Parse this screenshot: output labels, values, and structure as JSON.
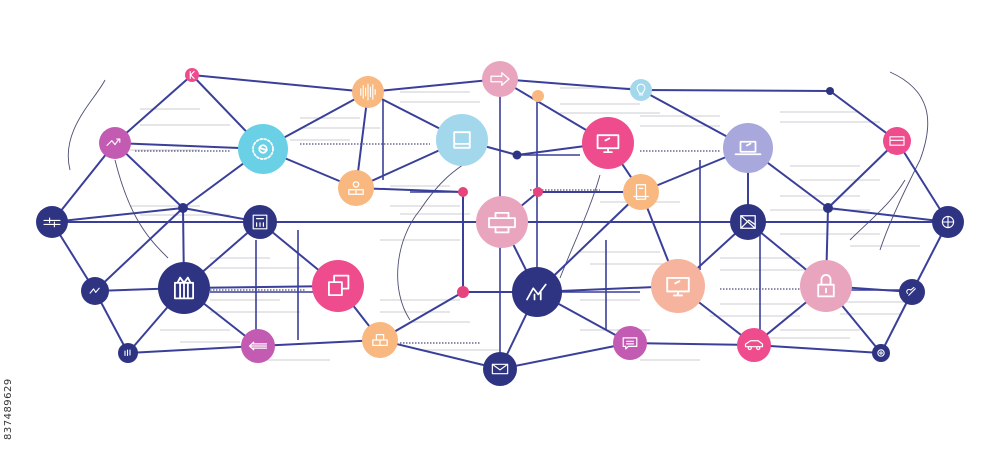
{
  "colors": {
    "link": "#3a3f9a",
    "navy": "#2e3481",
    "pink": "#ef4c8e",
    "teal": "#6ad0e6",
    "orange": "#f8b87f",
    "peach": "#f6b49f",
    "rose": "#e9a5bd",
    "lavender": "#a9a8dc",
    "magenta": "#c45bb3",
    "dot": "#e5447f",
    "sky": "#a3d7ec",
    "gray_line": "#d6d6dc"
  },
  "watermark_id": "837489629",
  "nodes": [
    {
      "id": "n-k",
      "icon": "k-letter-icon",
      "fill": "pink"
    },
    {
      "id": "n-sound",
      "icon": "soundwave-icon",
      "fill": "orange"
    },
    {
      "id": "n-arrow",
      "icon": "arrow-right-icon",
      "fill": "rose"
    },
    {
      "id": "n-bulb",
      "icon": "lightbulb-icon",
      "fill": "sky"
    },
    {
      "id": "n-chart-small",
      "icon": "trend-icon",
      "fill": "magenta"
    },
    {
      "id": "n-gear",
      "icon": "gear-icon",
      "fill": "teal"
    },
    {
      "id": "n-square",
      "icon": "square-icon",
      "fill": "sky"
    },
    {
      "id": "n-monitor-pink",
      "icon": "monitor-icon",
      "fill": "pink"
    },
    {
      "id": "n-laptop",
      "icon": "laptop-icon",
      "fill": "lavender"
    },
    {
      "id": "n-card",
      "icon": "card-icon",
      "fill": "pink"
    },
    {
      "id": "n-people",
      "icon": "people-icon",
      "fill": "orange"
    },
    {
      "id": "n-printer",
      "icon": "printer-icon",
      "fill": "rose"
    },
    {
      "id": "n-doc",
      "icon": "document-icon",
      "fill": "orange"
    },
    {
      "id": "n-filter",
      "icon": "filter-icon",
      "fill": "navy"
    },
    {
      "id": "n-calc",
      "icon": "calculator-icon",
      "fill": "navy"
    },
    {
      "id": "n-picture",
      "icon": "picture-icon",
      "fill": "navy"
    },
    {
      "id": "n-globe",
      "icon": "globe-icon",
      "fill": "navy"
    },
    {
      "id": "n-gift",
      "icon": "gift-icon",
      "fill": "navy"
    },
    {
      "id": "n-shapes",
      "icon": "shapes-icon",
      "fill": "pink"
    },
    {
      "id": "n-growth",
      "icon": "growth-chart-icon",
      "fill": "navy"
    },
    {
      "id": "n-monitor-peach",
      "icon": "monitor-icon",
      "fill": "peach"
    },
    {
      "id": "n-lock",
      "icon": "lock-icon",
      "fill": "rose"
    },
    {
      "id": "n-wave",
      "icon": "wave-icon",
      "fill": "navy"
    },
    {
      "id": "n-pill",
      "icon": "pill-icon",
      "fill": "navy"
    },
    {
      "id": "n-music",
      "icon": "music-icon",
      "fill": "navy"
    },
    {
      "id": "n-back",
      "icon": "arrow-left-icon",
      "fill": "magenta"
    },
    {
      "id": "n-boxes",
      "icon": "boxes-icon",
      "fill": "orange"
    },
    {
      "id": "n-mail",
      "icon": "mail-icon",
      "fill": "navy"
    },
    {
      "id": "n-chat",
      "icon": "chat-icon",
      "fill": "magenta"
    },
    {
      "id": "n-car",
      "icon": "car-icon",
      "fill": "pink"
    },
    {
      "id": "n-target",
      "icon": "target-icon",
      "fill": "navy"
    }
  ]
}
